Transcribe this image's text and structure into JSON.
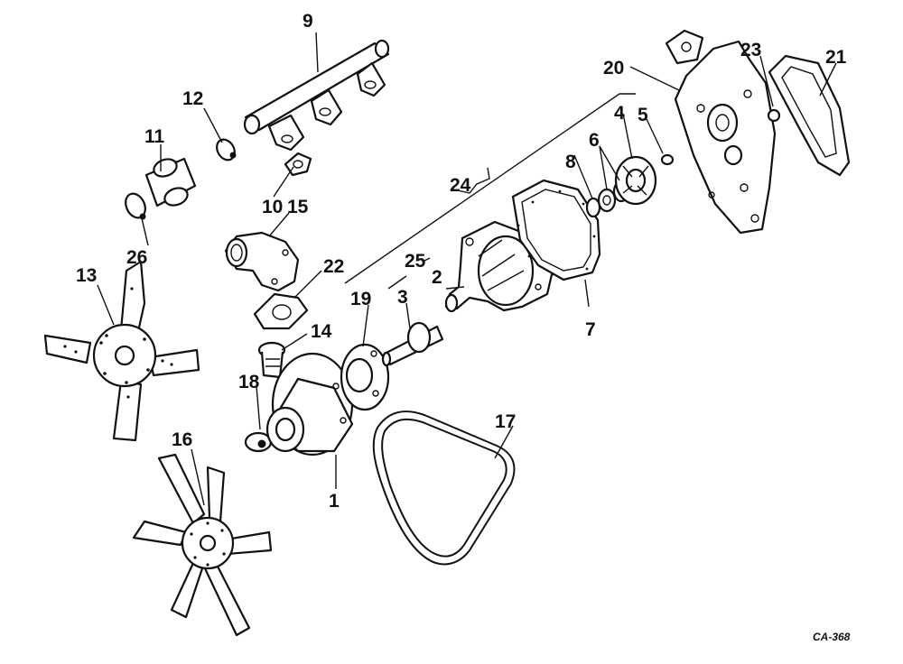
{
  "diagram": {
    "callouts": [
      {
        "id": "c1",
        "text": "1"
      },
      {
        "id": "c2",
        "text": "2"
      },
      {
        "id": "c3",
        "text": "3"
      },
      {
        "id": "c4",
        "text": "4"
      },
      {
        "id": "c5",
        "text": "5"
      },
      {
        "id": "c6",
        "text": "6"
      },
      {
        "id": "c7",
        "text": "7"
      },
      {
        "id": "c8",
        "text": "8"
      },
      {
        "id": "c9",
        "text": "9"
      },
      {
        "id": "c10",
        "text": "10"
      },
      {
        "id": "c11",
        "text": "11"
      },
      {
        "id": "c12",
        "text": "12"
      },
      {
        "id": "c13",
        "text": "13"
      },
      {
        "id": "c14",
        "text": "14"
      },
      {
        "id": "c15",
        "text": "15"
      },
      {
        "id": "c16",
        "text": "16"
      },
      {
        "id": "c17",
        "text": "17"
      },
      {
        "id": "c18",
        "text": "18"
      },
      {
        "id": "c19",
        "text": "19"
      },
      {
        "id": "c20",
        "text": "20"
      },
      {
        "id": "c21",
        "text": "21"
      },
      {
        "id": "c22",
        "text": "22"
      },
      {
        "id": "c23",
        "text": "23"
      },
      {
        "id": "c24",
        "text": "24"
      },
      {
        "id": "c25",
        "text": "25"
      },
      {
        "id": "c26",
        "text": "26"
      }
    ],
    "drawing_code": "CA-368"
  }
}
